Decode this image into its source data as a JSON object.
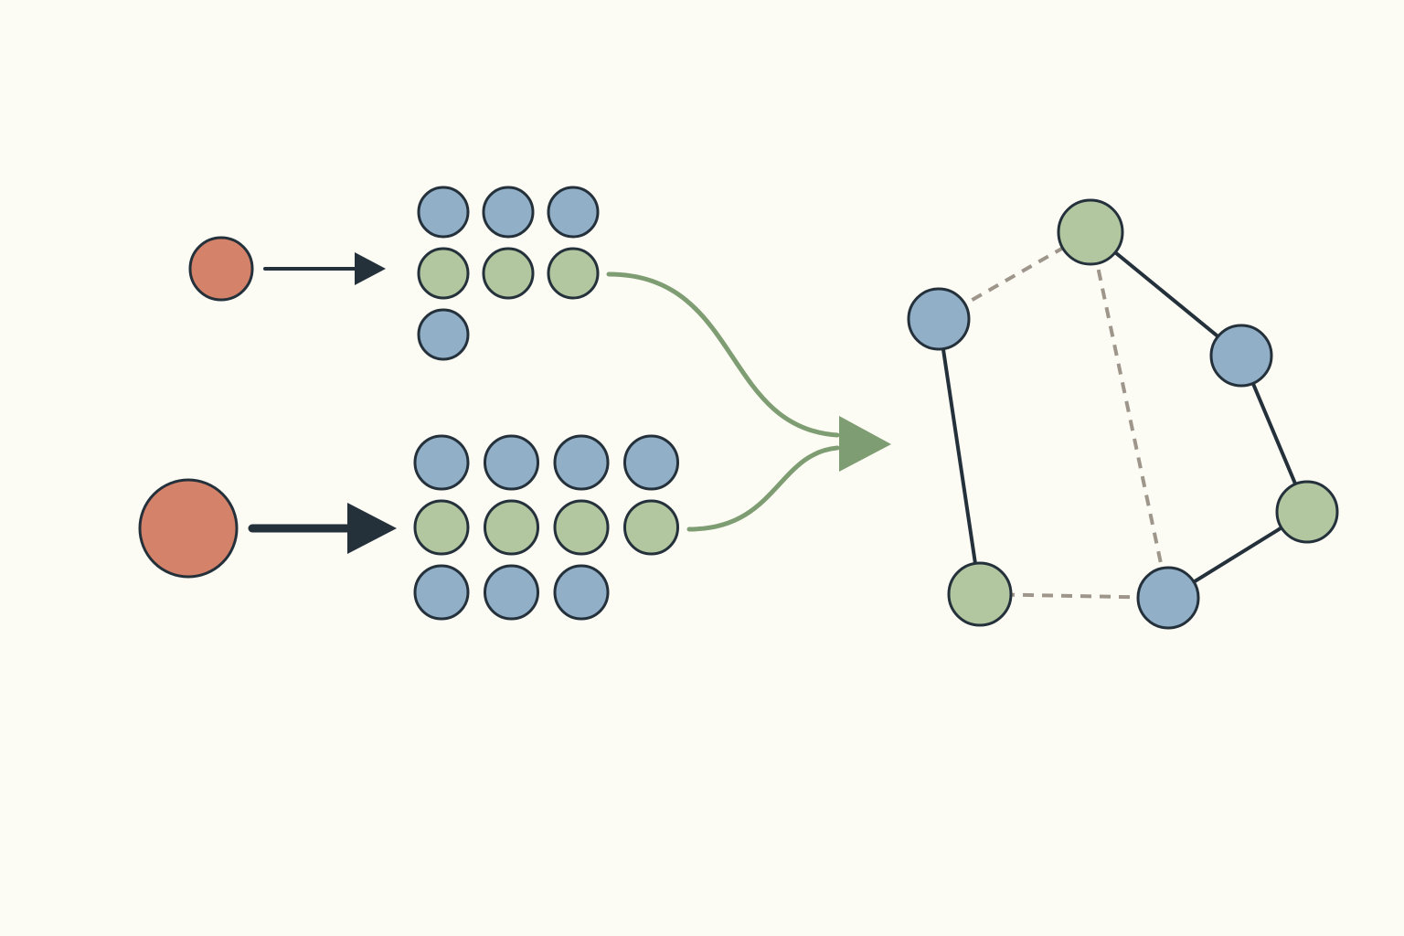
{
  "palette": {
    "background": "#fcfbf4",
    "outline": "#24313b",
    "source": "#d5826a",
    "blue": "#92afc8",
    "green": "#b2c6a0",
    "flow": "#7f9d72",
    "dashed": "#9e968a"
  },
  "sources": [
    {
      "id": "source-small",
      "color": "source",
      "size": "small"
    },
    {
      "id": "source-large",
      "color": "source",
      "size": "large"
    }
  ],
  "groups": [
    {
      "id": "group-top",
      "rows": [
        [
          "blue",
          "blue",
          "blue"
        ],
        [
          "green",
          "green",
          "green"
        ],
        [
          "blue"
        ]
      ]
    },
    {
      "id": "group-bottom",
      "rows": [
        [
          "blue",
          "blue",
          "blue",
          "blue"
        ],
        [
          "green",
          "green",
          "green",
          "green"
        ],
        [
          "blue",
          "blue",
          "blue"
        ]
      ]
    }
  ],
  "graph": {
    "nodes": [
      {
        "id": "n1",
        "color": "blue"
      },
      {
        "id": "n2",
        "color": "green"
      },
      {
        "id": "n3",
        "color": "blue"
      },
      {
        "id": "n4",
        "color": "green"
      },
      {
        "id": "n5",
        "color": "blue"
      },
      {
        "id": "n6",
        "color": "green"
      }
    ],
    "edges": [
      {
        "from": "n1",
        "to": "n2",
        "style": "dashed"
      },
      {
        "from": "n2",
        "to": "n3",
        "style": "solid"
      },
      {
        "from": "n3",
        "to": "n4",
        "style": "solid"
      },
      {
        "from": "n4",
        "to": "n5",
        "style": "solid"
      },
      {
        "from": "n5",
        "to": "n6",
        "style": "dashed"
      },
      {
        "from": "n6",
        "to": "n1",
        "style": "solid"
      },
      {
        "from": "n2",
        "to": "n5",
        "style": "dashed"
      }
    ]
  }
}
